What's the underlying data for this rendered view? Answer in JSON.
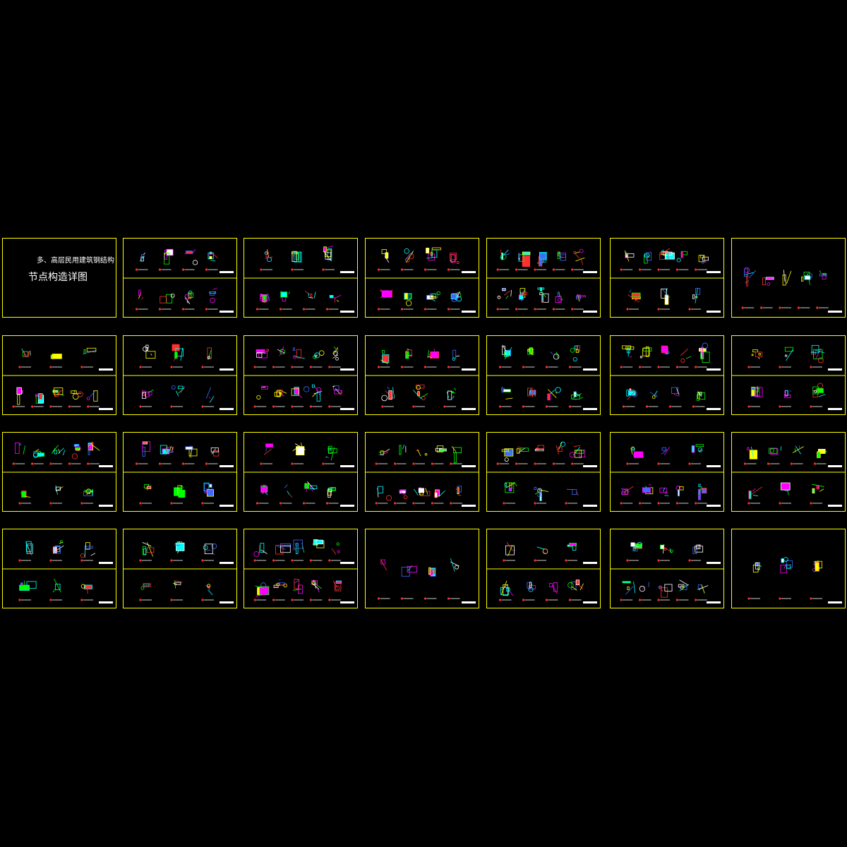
{
  "viewer": {
    "background": "#000000",
    "frame_color": "#ffff00",
    "palette": [
      "#ffff00",
      "#00ffff",
      "#ff00ff",
      "#00ff00",
      "#ffffff",
      "#ff3030",
      "#3d6bff"
    ]
  },
  "cover_sheet": {
    "subtitle": "多、高层民用建筑钢结构",
    "title": "节点构造详图"
  },
  "sheet_count": 28,
  "layout": {
    "rows": 4,
    "columns": 7
  }
}
